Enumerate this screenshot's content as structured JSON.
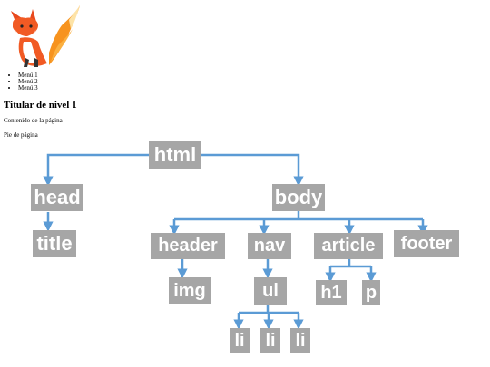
{
  "menu": {
    "items": [
      "Menú 1",
      "Menú 2",
      "Menú 3"
    ]
  },
  "heading": "Titular de nivel 1",
  "content": "Contenido de la página",
  "footer": "Pie de página",
  "colors": {
    "node_fill": "#a6a6a6",
    "node_text": "#ffffff",
    "connector": "#5b9bd5"
  },
  "tree": {
    "html": "html",
    "head": "head",
    "title": "title",
    "body": "body",
    "header": "header",
    "img": "img",
    "nav": "nav",
    "ul": "ul",
    "li1": "li",
    "li2": "li",
    "li3": "li",
    "article": "article",
    "h1": "h1",
    "p": "p",
    "footer": "footer"
  }
}
